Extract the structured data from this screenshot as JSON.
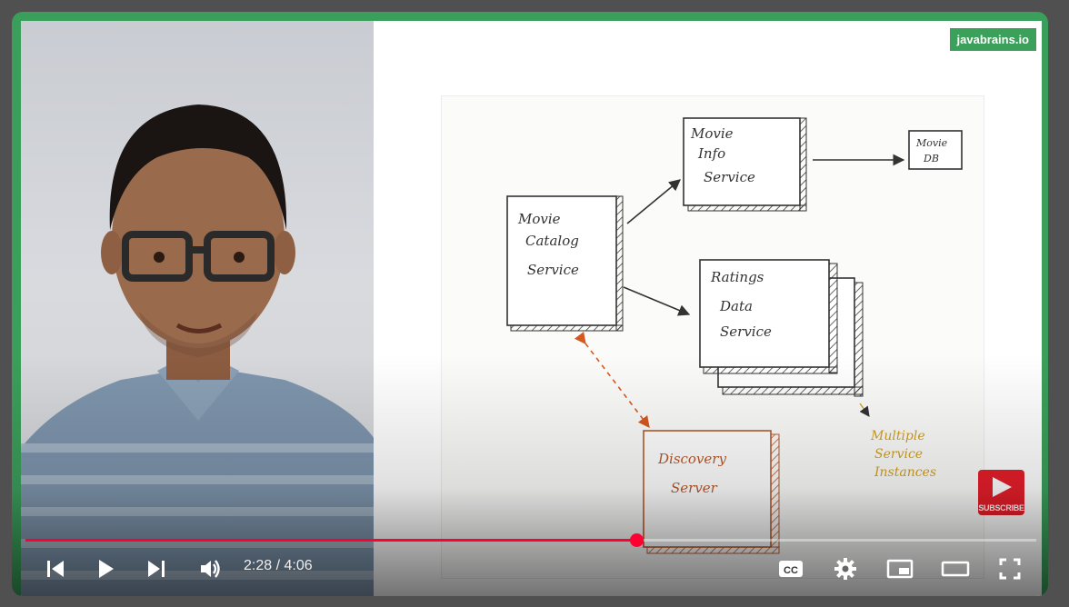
{
  "watermark": "javabrains.io",
  "subscribe": {
    "label": "SUBSCRIBE"
  },
  "player": {
    "progress": 0.604,
    "current_time": "2:28",
    "duration": "4:06",
    "time_display": "2:28 / 4:06",
    "accent_color": "#ff0033"
  },
  "controls": {
    "previous_icon": "skip-previous-icon",
    "play_icon": "play-icon",
    "next_icon": "skip-next-icon",
    "volume_icon": "volume-icon",
    "captions_icon": "captions-icon",
    "settings_icon": "gear-icon",
    "miniplayer_icon": "miniplayer-icon",
    "theater_icon": "theater-mode-icon",
    "fullscreen_icon": "fullscreen-icon"
  },
  "diagram": {
    "movie_info": [
      "Movie",
      "Info",
      "Service"
    ],
    "movie_db": [
      "Movie",
      "DB"
    ],
    "movie_catalog": [
      "Movie",
      "Catalog",
      "Service"
    ],
    "ratings_data": [
      "Ratings",
      "Data",
      "Service"
    ],
    "discovery": [
      "Discovery",
      "Server"
    ],
    "multiple_note": [
      "Multiple",
      "Service",
      "Instances"
    ]
  }
}
